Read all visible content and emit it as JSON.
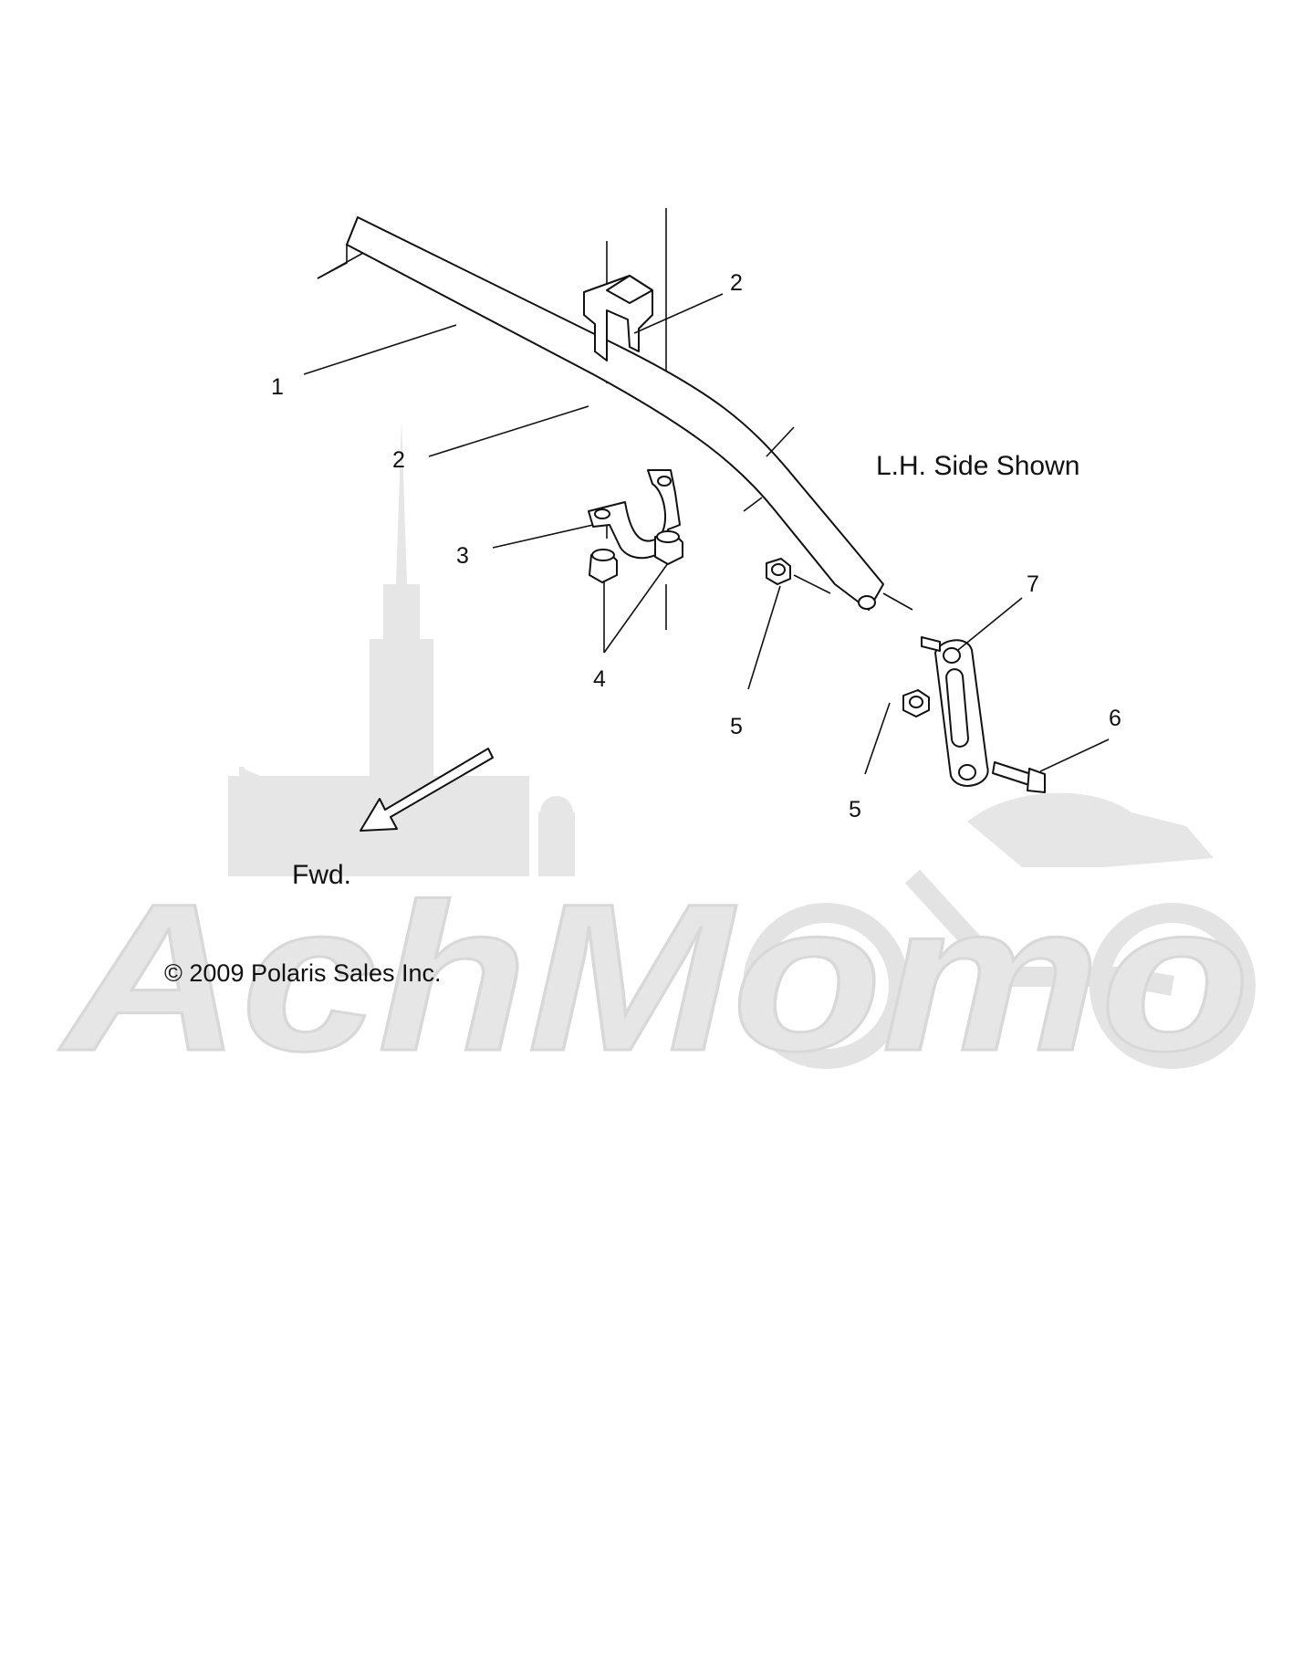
{
  "labels": {
    "side_note": "L.H. Side Shown",
    "forward": "Fwd.",
    "copyright": "© 2009 Polaris Sales Inc."
  },
  "callouts": [
    "1",
    "2",
    "2",
    "3",
    "4",
    "5",
    "5",
    "6",
    "7"
  ],
  "watermark": {
    "text": "AchMomo",
    "color": "#e6e6e6"
  }
}
